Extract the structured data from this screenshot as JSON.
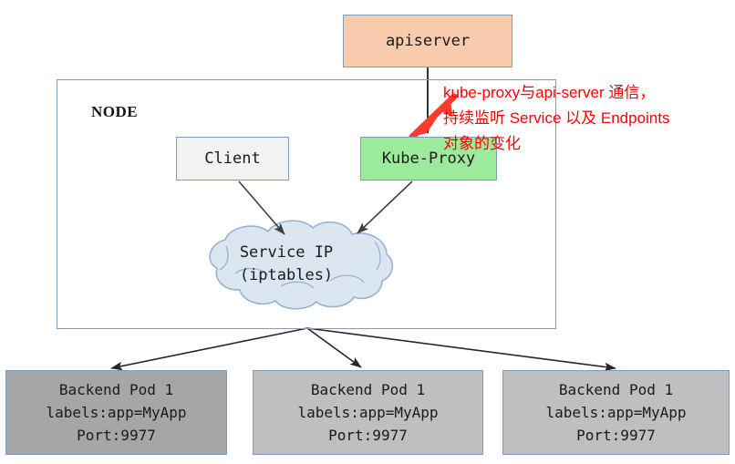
{
  "diagram": {
    "title": "Kubernetes kube-proxy Service Flow",
    "node_container_label": "NODE",
    "apiserver": {
      "label": "apiserver",
      "fill": "#f8cbad",
      "stroke": "#7f9db9"
    },
    "client": {
      "label": "Client",
      "fill": "#f2f2f2",
      "stroke": "#7f9db9"
    },
    "kube_proxy": {
      "label": "Kube-Proxy",
      "fill": "#9ceb9c",
      "stroke": "#7f9db9"
    },
    "service_cloud": {
      "line1": "Service IP",
      "line2": "(iptables)",
      "fill": "#dce6f1",
      "stroke": "#95b3d7"
    },
    "pods": [
      {
        "name": "Backend Pod 1",
        "labels": "labels:app=MyApp",
        "port": "Port:9977",
        "fill": "#a6a6a6"
      },
      {
        "name": "Backend Pod 1",
        "labels": "labels:app=MyApp",
        "port": "Port:9977",
        "fill": "#bfbfbf"
      },
      {
        "name": "Backend Pod 1",
        "labels": "labels:app=MyApp",
        "port": "Port:9977",
        "fill": "#bfbfbf"
      }
    ],
    "annotation": {
      "color": "#ff0000",
      "line1": "kube-proxy与api-server 通信，",
      "line2": "持续监听 Service 以及 Endpoints",
      "line3": "对象的变化"
    },
    "connectors": [
      {
        "name": "apiserver-to-kube-proxy",
        "from": "apiserver",
        "to": "kube_proxy",
        "style": "solid-arrow",
        "color": "#000000"
      },
      {
        "name": "client-to-service-ip",
        "from": "client",
        "to": "service_cloud",
        "style": "solid-arrow",
        "color": "#404040"
      },
      {
        "name": "kube-proxy-to-service-ip",
        "from": "kube_proxy",
        "to": "service_cloud",
        "style": "solid-arrow",
        "color": "#404040"
      },
      {
        "name": "service-ip-to-pod-1",
        "from": "service_cloud",
        "to": "pod-1",
        "style": "solid-arrow",
        "color": "#262626"
      },
      {
        "name": "service-ip-to-pod-2",
        "from": "service_cloud",
        "to": "pod-2",
        "style": "solid-arrow",
        "color": "#262626"
      },
      {
        "name": "service-ip-to-pod-3",
        "from": "service_cloud",
        "to": "pod-3",
        "style": "solid-arrow",
        "color": "#262626"
      },
      {
        "name": "annotation-pointer",
        "from": "annotation",
        "to": "apiserver-to-kube-proxy",
        "style": "thick-arrow",
        "color": "#ff0000"
      }
    ]
  }
}
